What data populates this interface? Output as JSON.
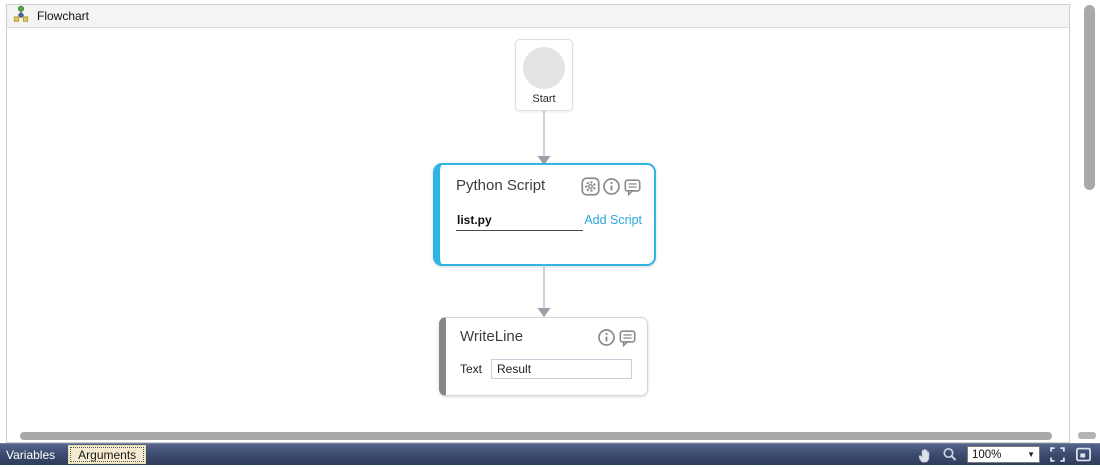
{
  "panel": {
    "title": "Flowchart"
  },
  "flow": {
    "start": {
      "label": "Start"
    },
    "python_script": {
      "title": "Python Script",
      "script_file": "list.py",
      "add_script": "Add Script",
      "icons": [
        "settings-icon",
        "info-icon",
        "comment-icon"
      ]
    },
    "write_line": {
      "title": "WriteLine",
      "field_label": "Text",
      "field_value": "Result",
      "icons": [
        "info-icon",
        "comment-icon"
      ]
    }
  },
  "statusbar": {
    "variables": "Variables",
    "arguments": "Arguments",
    "zoom": "100%",
    "icons": [
      "pan-hand-icon",
      "zoom-magnifier-icon",
      "fit-to-screen-icon",
      "overview-icon"
    ]
  },
  "colors": {
    "accent_cyan": "#2fb4e4",
    "link_cyan": "#2aa7db",
    "node_gray_bar": "#878787",
    "arrow_line": "#c0c5cd",
    "arrow_head": "#9aa1aa",
    "statusbar_top": "#55648a",
    "statusbar_bottom": "#2e3b5c",
    "arguments_bg": "#f3ead0",
    "scrollbar": "#a9a9a9"
  }
}
